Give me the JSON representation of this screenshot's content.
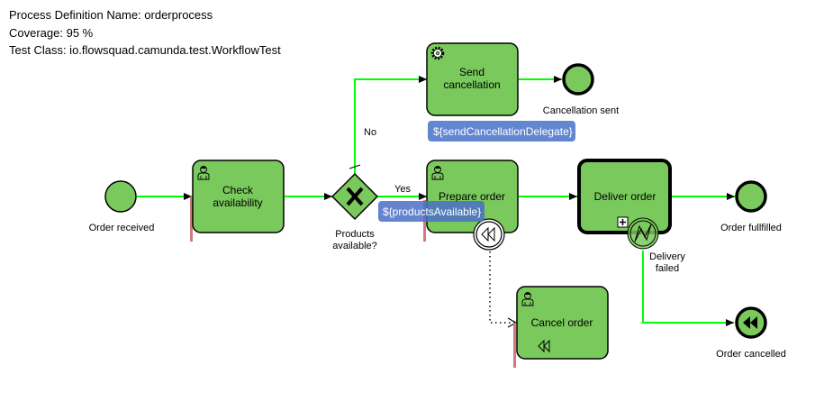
{
  "header": {
    "process_name": "Process Definition Name: orderprocess",
    "coverage": "Coverage: 95 %",
    "test_class": "Test Class: io.flowsquad.camunda.test.WorkflowTest"
  },
  "colors": {
    "covered_fill": "#7ac95c",
    "covered_flow": "#00ff00",
    "uncovered_marker": "#d47a7a",
    "expression_bg": "#5b7fcf",
    "stroke": "#000000"
  },
  "elements": {
    "start_event": {
      "label": "Order received",
      "icon": "none-start-event"
    },
    "check_availability": {
      "label_line1": "Check",
      "label_line2": "availability",
      "icon": "user-icon"
    },
    "gateway": {
      "label_line1": "Products",
      "label_line2": "available?",
      "icon": "exclusive-gateway-x"
    },
    "send_cancellation": {
      "label_line1": "Send",
      "label_line2": "cancellation",
      "icon": "gear-icon"
    },
    "cancellation_sent": {
      "label": "Cancellation sent"
    },
    "prepare_order": {
      "label": "Prepare order",
      "icon": "user-icon"
    },
    "deliver_order": {
      "label": "Deliver order",
      "icon": "subprocess-plus-icon"
    },
    "delivery_failed": {
      "label_line1": "Delivery",
      "label_line2": "failed",
      "icon": "error-icon"
    },
    "order_fulfilled": {
      "label": "Order fullfilled"
    },
    "cancel_order": {
      "label": "Cancel order",
      "icon": "user-icon"
    },
    "compensation_boundary": {
      "icon": "compensation-icon"
    },
    "order_cancelled": {
      "label": "Order cancelled",
      "icon": "compensation-end-icon"
    }
  },
  "flows": {
    "no_label": "No",
    "yes_label": "Yes"
  },
  "expressions": {
    "send_cancellation_delegate": "${sendCancellationDelegate}",
    "products_available": "${productsAvailable}"
  }
}
